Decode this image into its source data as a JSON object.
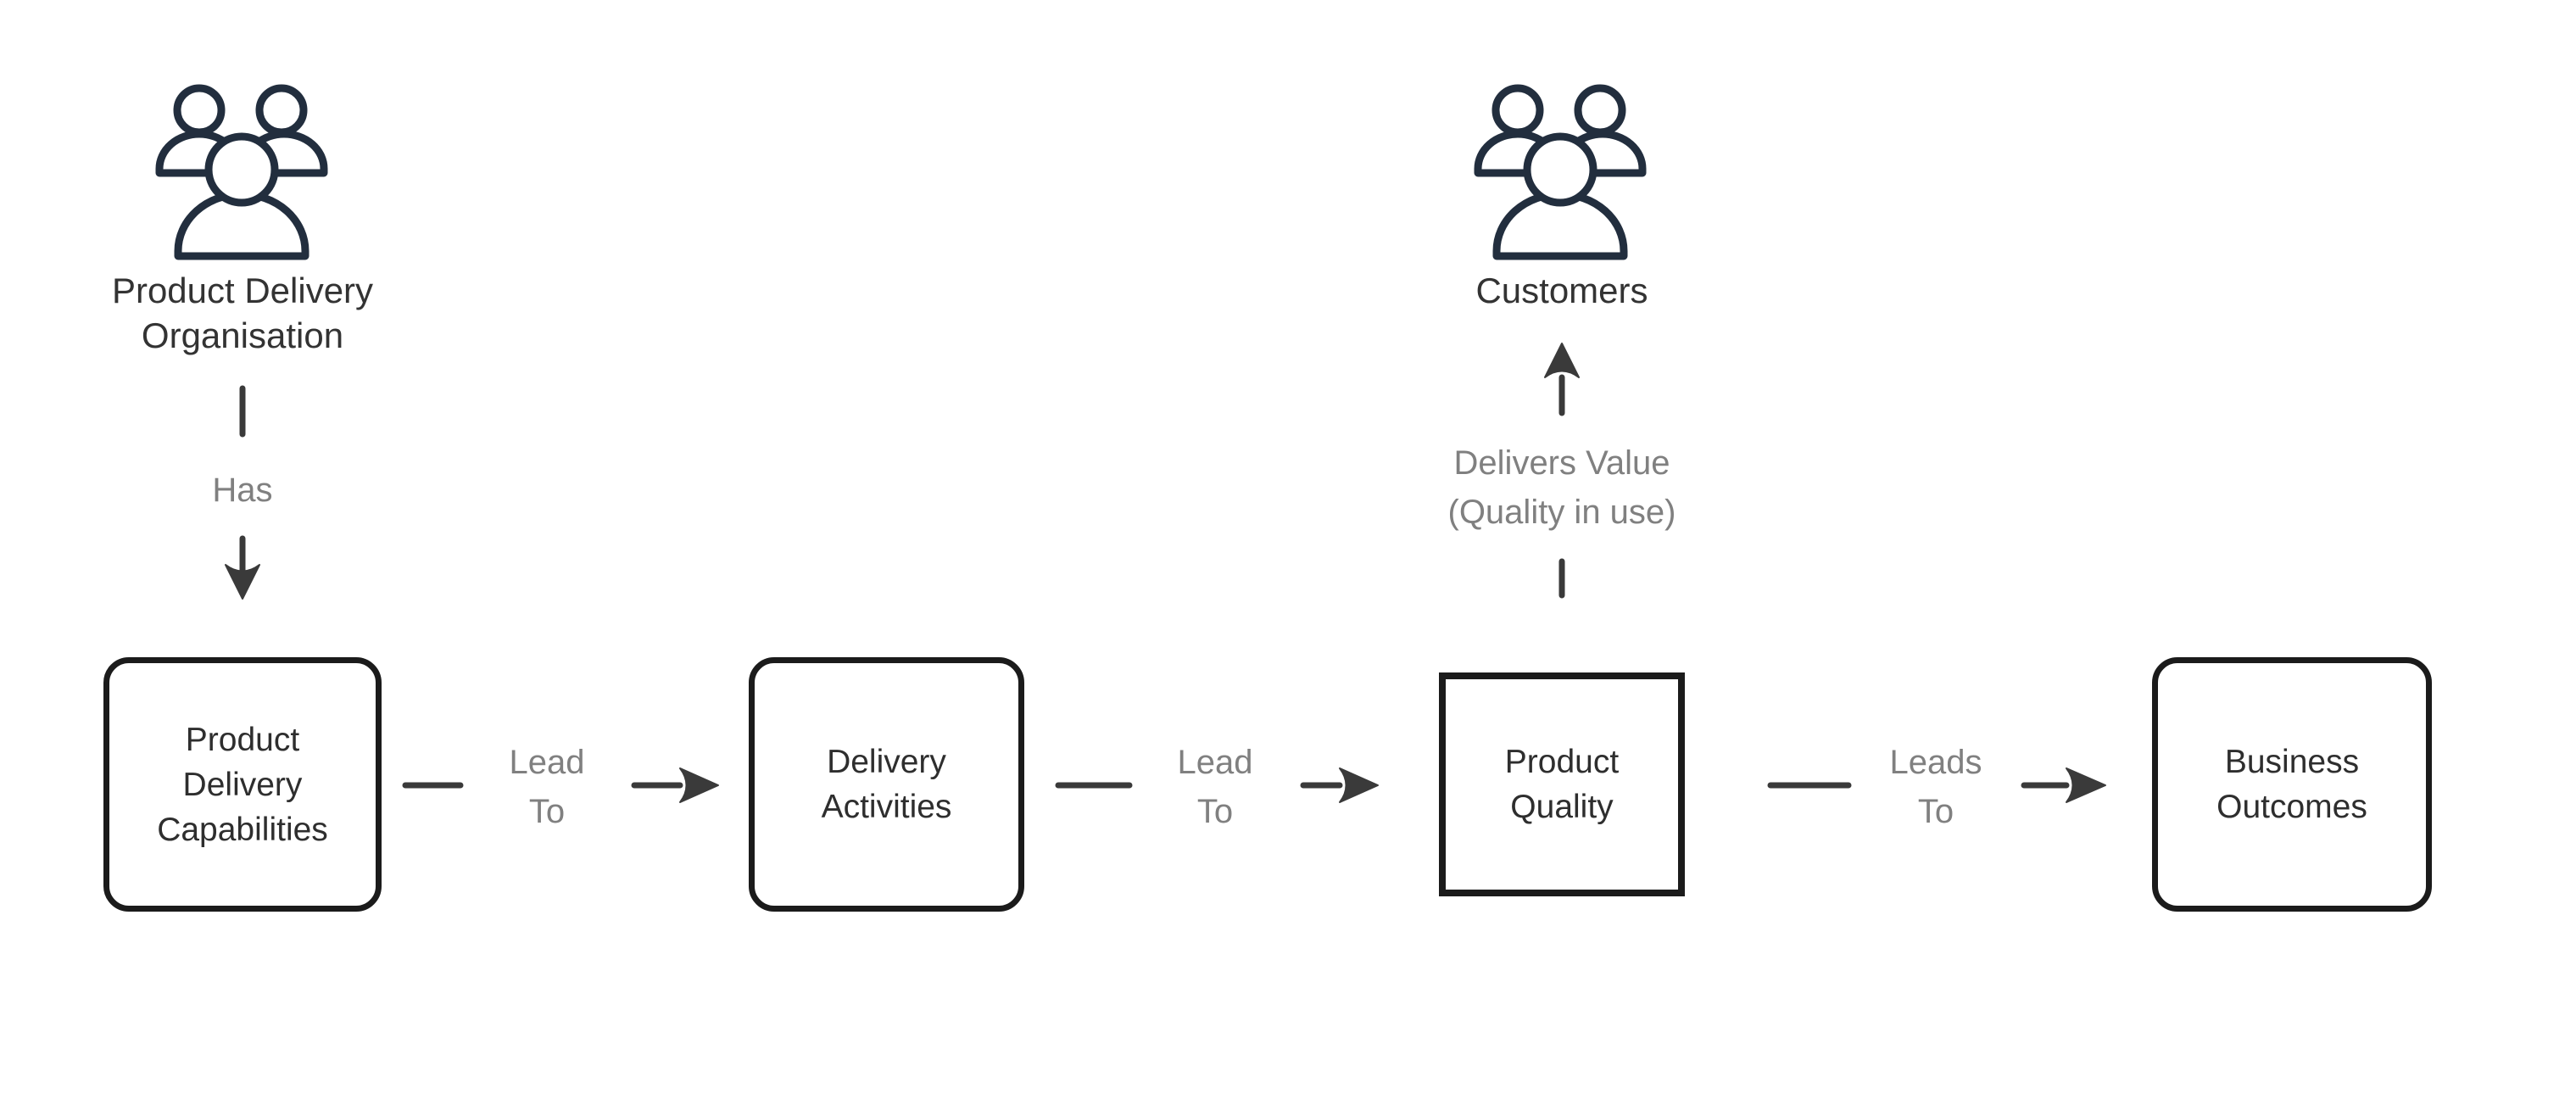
{
  "colors": {
    "background": "#ffffff",
    "icon_color": "#222e3e",
    "box_border": "#1b1b1b",
    "box_text": "#2e2e2e",
    "actor_text": "#333333",
    "connector_label": "#808080",
    "connector_line": "#3a3a3a"
  },
  "actors": {
    "organisation": {
      "icon": "people-group-icon",
      "label_lines": [
        "Product Delivery",
        "Organisation"
      ]
    },
    "customers": {
      "icon": "people-group-icon",
      "label_lines": [
        "Customers"
      ]
    }
  },
  "nodes": {
    "capabilities": {
      "shape": "rounded",
      "label_lines": [
        "Product",
        "Delivery",
        "Capabilities"
      ]
    },
    "activities": {
      "shape": "rounded",
      "label_lines": [
        "Delivery",
        "Activities"
      ]
    },
    "quality": {
      "shape": "square",
      "label_lines": [
        "Product",
        "Quality"
      ]
    },
    "outcomes": {
      "shape": "rounded",
      "label_lines": [
        "Business",
        "Outcomes"
      ]
    }
  },
  "connectors": {
    "has": {
      "from": "organisation",
      "to": "capabilities",
      "direction": "down",
      "label_lines": [
        "Has"
      ]
    },
    "lead_to_1": {
      "from": "capabilities",
      "to": "activities",
      "direction": "right",
      "label_lines": [
        "Lead",
        "To"
      ]
    },
    "lead_to_2": {
      "from": "activities",
      "to": "quality",
      "direction": "right",
      "label_lines": [
        "Lead",
        "To"
      ]
    },
    "delivers_value": {
      "from": "quality",
      "to": "customers",
      "direction": "up",
      "label_lines": [
        "Delivers Value",
        "(Quality in use)"
      ]
    },
    "leads_to": {
      "from": "quality",
      "to": "outcomes",
      "direction": "right",
      "label_lines": [
        "Leads",
        "To"
      ]
    }
  }
}
